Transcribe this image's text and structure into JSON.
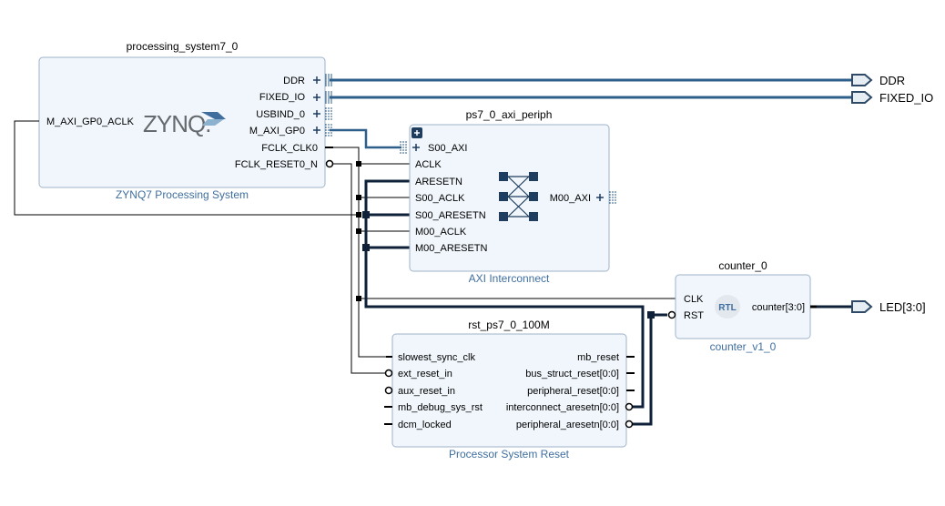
{
  "blocks": {
    "ps7": {
      "instance": "processing_system7_0",
      "subtitle": "ZYNQ7 Processing System",
      "logo": "ZYNQ.",
      "pins_left": [
        "M_AXI_GP0_ACLK"
      ],
      "pins_right": [
        "DDR",
        "FIXED_IO",
        "USBIND_0",
        "M_AXI_GP0",
        "FCLK_CLK0",
        "FCLK_RESET0_N"
      ]
    },
    "axi": {
      "instance": "ps7_0_axi_periph",
      "subtitle": "AXI Interconnect",
      "pins_left": [
        "S00_AXI",
        "ACLK",
        "ARESETN",
        "S00_ACLK",
        "S00_ARESETN",
        "M00_ACLK",
        "M00_ARESETN"
      ],
      "pins_right": [
        "M00_AXI"
      ]
    },
    "counter": {
      "instance": "counter_0",
      "subtitle": "counter_v1_0",
      "badge": "RTL",
      "pins_left": [
        "CLK",
        "RST"
      ],
      "pins_right": [
        "counter[3:0]"
      ]
    },
    "rst": {
      "instance": "rst_ps7_0_100M",
      "subtitle": "Processor System Reset",
      "pins_left": [
        "slowest_sync_clk",
        "ext_reset_in",
        "aux_reset_in",
        "mb_debug_sys_rst",
        "dcm_locked"
      ],
      "pins_right": [
        "mb_reset",
        "bus_struct_reset[0:0]",
        "peripheral_reset[0:0]",
        "interconnect_aresetn[0:0]",
        "peripheral_aresetn[0:0]"
      ]
    }
  },
  "external_ports": [
    "DDR",
    "FIXED_IO",
    "LED[3:0]"
  ],
  "colors": {
    "block_fill": "#f0f6fc",
    "block_border": "#9fb3c8",
    "bus": "#2e5f8a",
    "subtitle_text": "#3f6e9e",
    "thick_net": "#0e2138",
    "port_fill": "#e6edf3",
    "port_stroke": "#2e4a66"
  }
}
